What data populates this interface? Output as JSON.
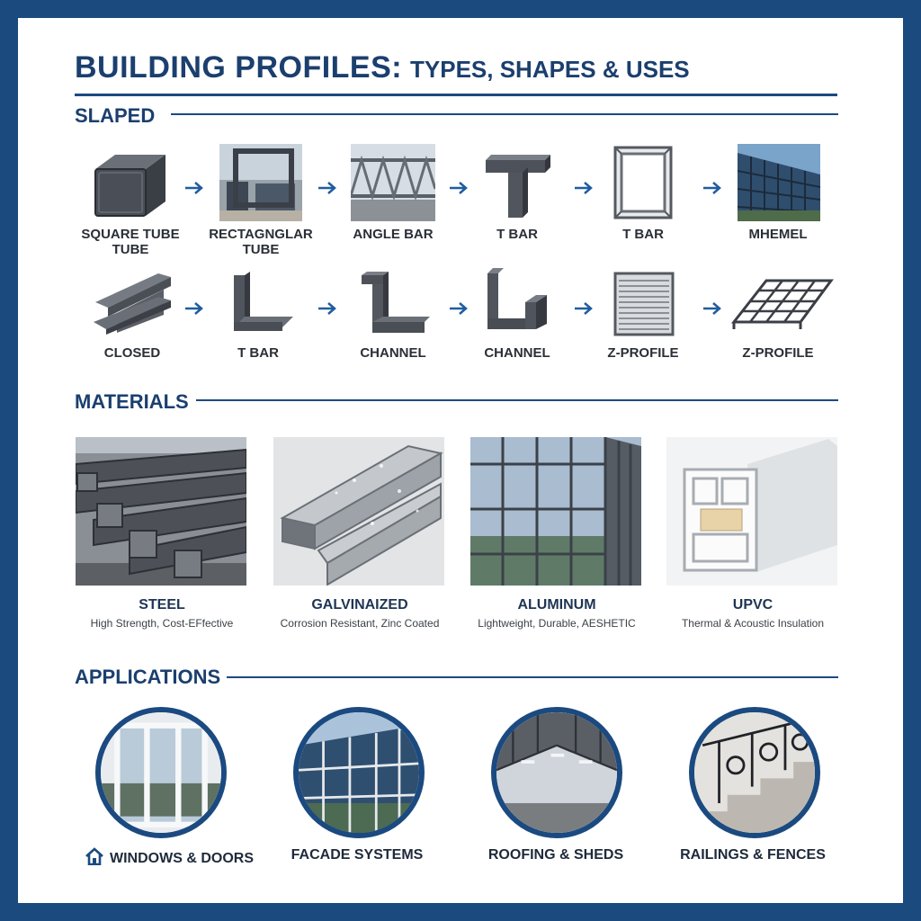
{
  "header": {
    "title_main": "BUILDING PROFILES:",
    "title_sub": "TYPES, SHAPES & USES"
  },
  "sections": {
    "shapes": "SLAPED",
    "materials": "MATERIALS",
    "applications": "APPLICATIONS"
  },
  "shapes_row1": [
    {
      "label": "SQUARE TUBE\nTUBE"
    },
    {
      "label": "RECTAGNGLAR\nTUBE"
    },
    {
      "label": "ANGLE BAR"
    },
    {
      "label": "T BAR"
    },
    {
      "label": "T BAR"
    },
    {
      "label": "MHEMEL"
    }
  ],
  "shapes_row2": [
    {
      "label": "CLOSED"
    },
    {
      "label": "T BAR"
    },
    {
      "label": "CHANNEL"
    },
    {
      "label": "CHANNEL"
    },
    {
      "label": "Z-PROFILE"
    },
    {
      "label": "Z-PROFILE"
    }
  ],
  "materials": [
    {
      "name": "STEEL",
      "desc": "High Strength, Cost-EFfective"
    },
    {
      "name": "GALVINAIZED",
      "desc": "Corrosion Resistant, Zinc Coated"
    },
    {
      "name": "ALUMINUM",
      "desc": "Lightweight, Durable, AESHETIC"
    },
    {
      "name": "UPVC",
      "desc": "Thermal & Acoustic Insulation"
    }
  ],
  "applications": [
    {
      "label": "WINDOWS & DOORS",
      "icon": "house-icon"
    },
    {
      "label": "FACADE SYSTEMS"
    },
    {
      "label": "ROOFING & SHEDS"
    },
    {
      "label": "RAILINGS & FENCES"
    }
  ],
  "colors": {
    "frame": "#1a4a7e",
    "heading": "#1b3f6e",
    "arrow": "#1f5da0"
  }
}
